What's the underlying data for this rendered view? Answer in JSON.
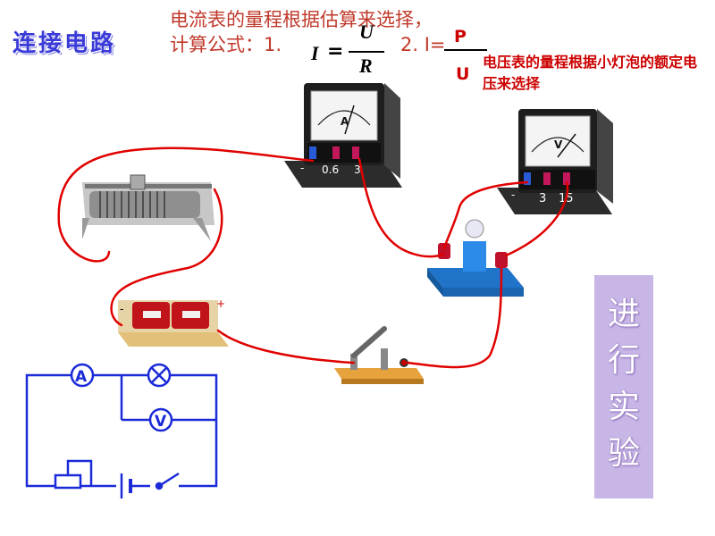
{
  "title": "连接电路",
  "ammeter_note": {
    "line1": "电流表的量程根据估算来选择，",
    "line2_prefix": "计算公式：1.",
    "f1_lhs": "I",
    "f1_eq": "=",
    "f1_num": "U",
    "f1_den": "R",
    "f2_prefix": "2. I=",
    "f2_num": "P",
    "f2_den": "U"
  },
  "voltmeter_note": "电压表的量程根据小灯泡的额定电压来选择",
  "side_label": [
    "进",
    "行",
    "实",
    "验"
  ],
  "ammeter": {
    "symbol": "A",
    "terminals": [
      "-",
      "0.6",
      "3"
    ]
  },
  "voltmeter": {
    "symbol": "V",
    "terminals": [
      "-",
      "3",
      "15"
    ]
  },
  "battery": {
    "minus": "-",
    "plus": "+"
  },
  "schematic": {
    "ammeter": "A",
    "voltmeter": "V"
  },
  "colors": {
    "wire": "#e00000",
    "schematic": "#1a2ad8",
    "title": "#3a3ad8",
    "note1": "#c0392b",
    "note2": "#cc0000",
    "panel": "#c7b6e6"
  }
}
